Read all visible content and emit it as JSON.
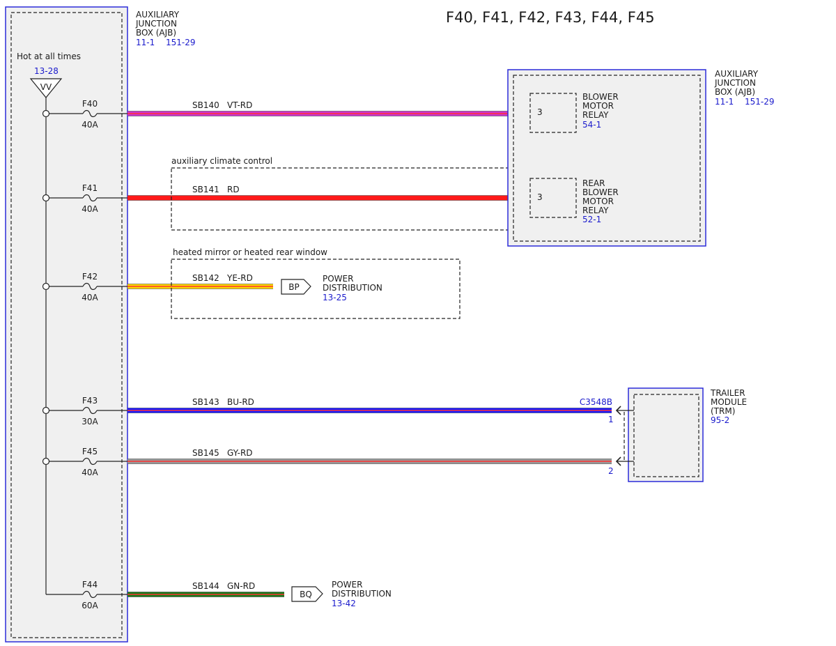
{
  "title": "F40, F41, F42, F43, F44, F45",
  "ajb_left": {
    "name_lines": [
      "AUXILIARY",
      "JUNCTION",
      "BOX (AJB)"
    ],
    "refs": [
      "11-1",
      "151-29"
    ]
  },
  "hot": {
    "label": "Hot at all times",
    "ref": "13-28",
    "symbol": "VV"
  },
  "fuses": [
    {
      "id": "F40",
      "rating": "40A"
    },
    {
      "id": "F41",
      "rating": "40A"
    },
    {
      "id": "F42",
      "rating": "40A"
    },
    {
      "id": "F43",
      "rating": "30A"
    },
    {
      "id": "F45",
      "rating": "40A"
    },
    {
      "id": "F44",
      "rating": "60A"
    }
  ],
  "wires": [
    {
      "circuit": "SB140",
      "color_code": "VT-RD",
      "base": "#cc33cc",
      "stripe": "#ff3333"
    },
    {
      "circuit": "SB141",
      "color_code": "RD",
      "base": "#ff1a1a",
      "stripe": "#ff1a1a"
    },
    {
      "circuit": "SB142",
      "color_code": "YE-RD",
      "base": "#ffd700",
      "stripe": "#ff3333"
    },
    {
      "circuit": "SB143",
      "color_code": "BU-RD",
      "base": "#1a1aff",
      "stripe": "#ff3333"
    },
    {
      "circuit": "SB145",
      "color_code": "GY-RD",
      "base": "#999999",
      "stripe": "#ff3333"
    },
    {
      "circuit": "SB144",
      "color_code": "GN-RD",
      "base": "#1a7a1a",
      "stripe": "#ff3333"
    }
  ],
  "groups": {
    "aux_climate": "auxiliary climate control",
    "heated": "heated mirror or heated rear window"
  },
  "ajb_right": {
    "name_lines": [
      "AUXILIARY",
      "JUNCTION",
      "BOX (AJB)"
    ],
    "refs": [
      "11-1",
      "151-29"
    ],
    "blower_relay": {
      "pin": "3",
      "name_lines": [
        "BLOWER",
        "MOTOR",
        "RELAY"
      ],
      "ref": "54-1"
    },
    "rear_blower_relay": {
      "pin": "3",
      "name_lines": [
        "REAR",
        "BLOWER",
        "MOTOR",
        "RELAY"
      ],
      "ref": "52-1"
    }
  },
  "bp": {
    "tag": "BP",
    "name_lines": [
      "POWER",
      "DISTRIBUTION"
    ],
    "ref": "13-25"
  },
  "bq": {
    "tag": "BQ",
    "name_lines": [
      "POWER",
      "DISTRIBUTION"
    ],
    "ref": "13-42"
  },
  "trm": {
    "name_lines": [
      "TRAILER",
      "MODULE",
      "(TRM)"
    ],
    "ref": "95-2",
    "connector": "C3548B",
    "pins": [
      "1",
      "2"
    ]
  }
}
